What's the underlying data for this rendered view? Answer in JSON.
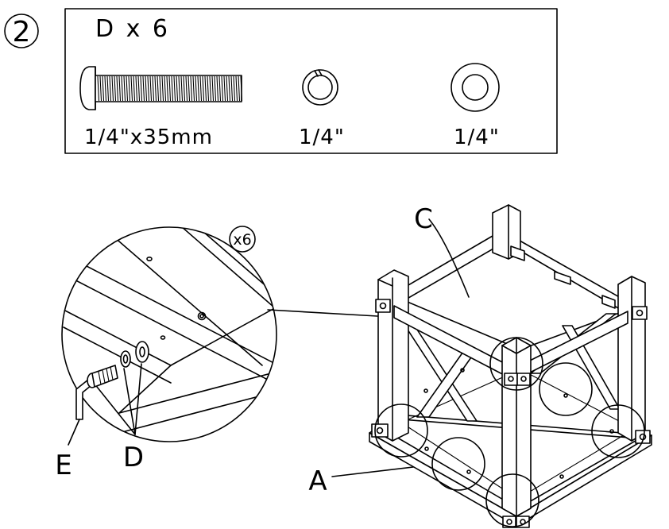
{
  "step": {
    "number": "2"
  },
  "parts_box": {
    "title": "D  x  6",
    "bolt_spec": "1/4\"x35mm",
    "lock_washer_spec": "1/4\"",
    "flat_washer_spec": "1/4\""
  },
  "callouts": {
    "multiplier": "x6",
    "part_c": "C",
    "part_a": "A",
    "part_e": "E",
    "part_d": "D"
  }
}
